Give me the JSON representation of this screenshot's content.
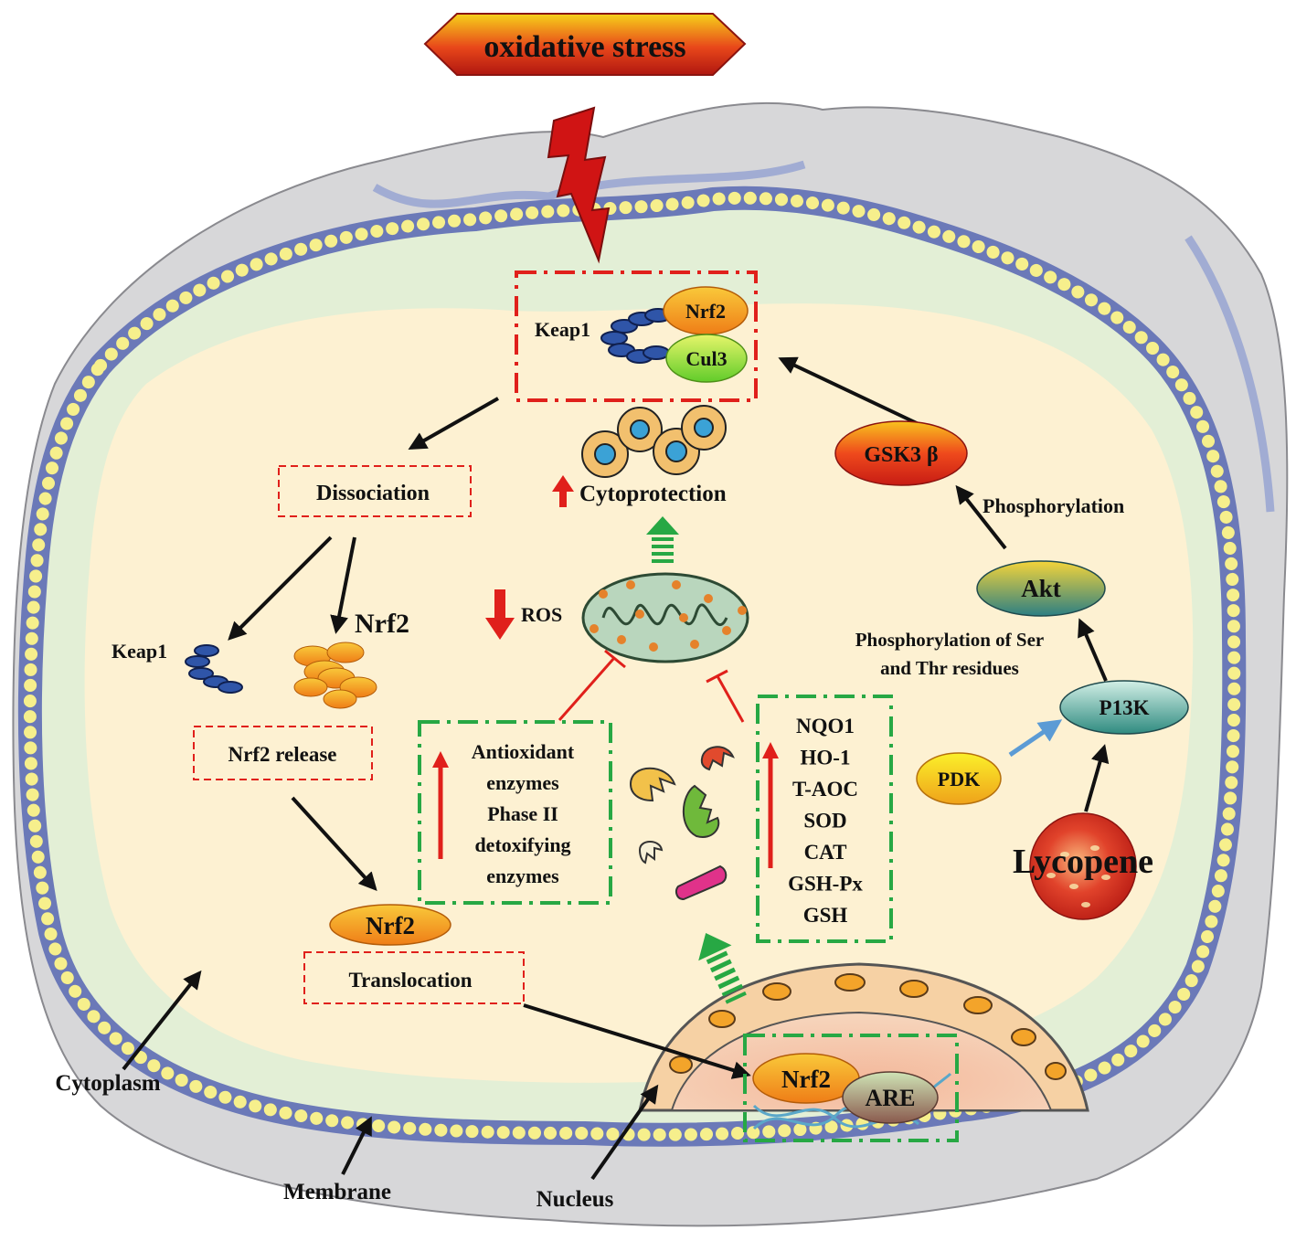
{
  "top": {
    "oxidative_stress": "oxidative stress"
  },
  "complex": {
    "keap1": "Keap1",
    "nrf2": "Nrf2",
    "cul3": "Cul3"
  },
  "steps": {
    "dissociation": "Dissociation",
    "keap1": "Keap1",
    "nrf2_free": "Nrf2",
    "nrf2_release": "Nrf2 release",
    "nrf2_pill": "Nrf2",
    "translocation": "Translocation"
  },
  "center": {
    "cytoprotection": "Cytoprotection",
    "ros": "ROS",
    "antioxidant_lines": [
      "Antioxidant",
      "enzymes",
      "Phase II",
      "detoxifying",
      "enzymes"
    ]
  },
  "markers": [
    "NQO1",
    "HO-1",
    "T-AOC",
    "SOD",
    "CAT",
    "GSH-Px",
    "GSH"
  ],
  "nucleus": {
    "nrf2": "Nrf2",
    "are": "ARE"
  },
  "pathway": {
    "gsk3b": "GSK3 β",
    "phosphorylation": "Phosphorylation",
    "akt": "Akt",
    "phos_ser_thr_1": "Phosphorylation of Ser",
    "phos_ser_thr_2": "and Thr residues",
    "pi3k": "P13K",
    "pdk": "PDK",
    "lycopene": "Lycopene"
  },
  "labels": {
    "cytoplasm": "Cytoplasm",
    "membrane": "Membrane",
    "nucleus": "Nucleus"
  },
  "colors": {
    "cell_fill": "#fdf1d2",
    "er_fill": "#e3efd6",
    "outer_gray": "#d7d7d9",
    "bilayer_dots": "#f6ef8c",
    "bilayer_blue": "#6b79b8",
    "red_box": "#e0201b",
    "green_box": "#27a844",
    "nrf2_orange": "#f3a11c",
    "cul3_green": "#b5e63a",
    "gsk3b_red": "#e5331c"
  }
}
